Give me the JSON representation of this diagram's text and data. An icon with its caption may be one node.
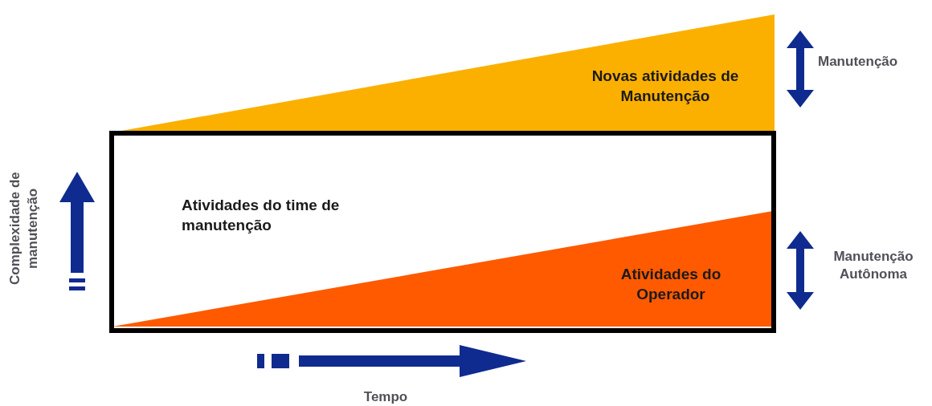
{
  "diagram": {
    "nodes": [
      {
        "text": [
          "Novas atividades de Manutenção"
        ]
      },
      {
        "text": [
          "Atividades do time de manutenção"
        ]
      },
      {
        "text": [
          "Atividades do Operador"
        ],
        "in": 1
      }
    ],
    "labels": [
      "Manutenção",
      "Complexidade de manutenção",
      "Manutenção Autônoma",
      "Tempo"
    ]
  }
}
